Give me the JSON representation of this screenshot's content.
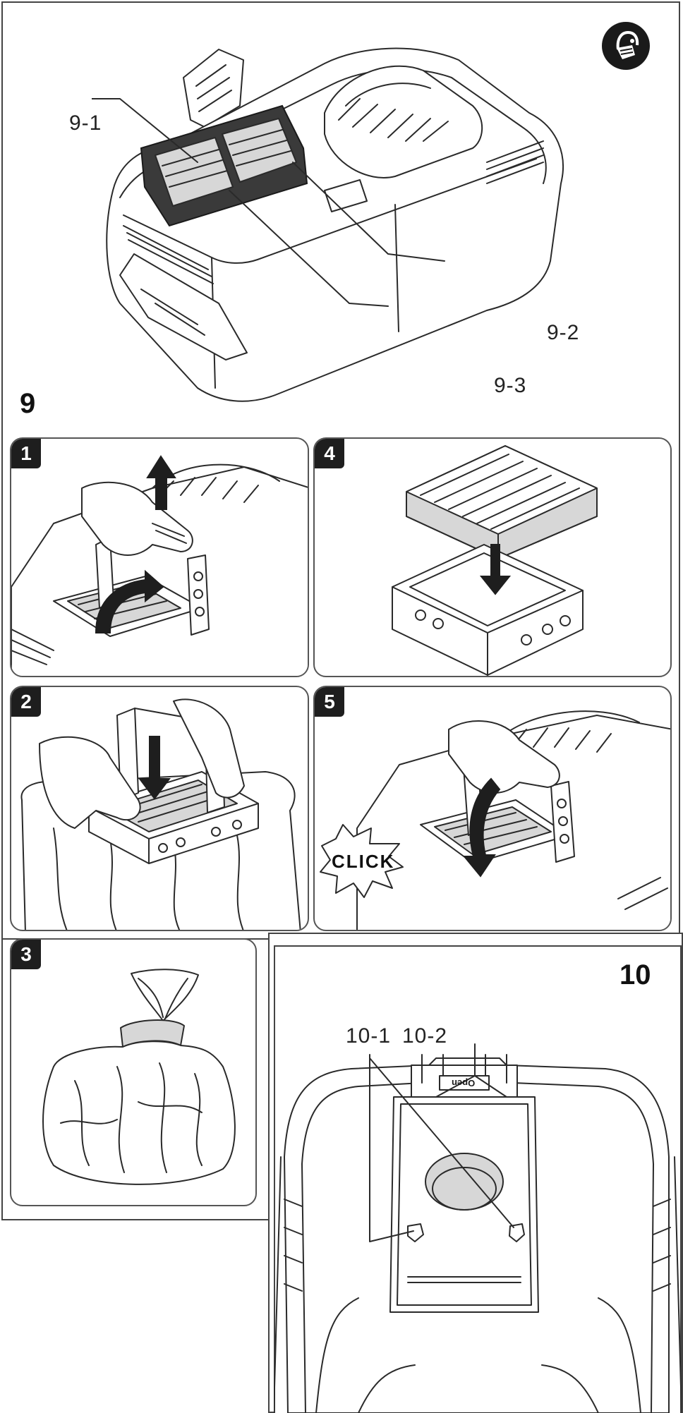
{
  "figure9": {
    "number": "9",
    "callouts": {
      "c1": "9-1",
      "c2": "9-2",
      "c3": "9-3"
    },
    "icon": "dust-mask-icon"
  },
  "steps": [
    {
      "number": "1"
    },
    {
      "number": "4"
    },
    {
      "number": "2"
    },
    {
      "number": "5",
      "sound_label": "CLICK"
    },
    {
      "number": "3"
    }
  ],
  "figure10": {
    "number": "10",
    "callouts": {
      "c1": "10-1",
      "c2": "10-2"
    },
    "lid_label": "Open"
  }
}
